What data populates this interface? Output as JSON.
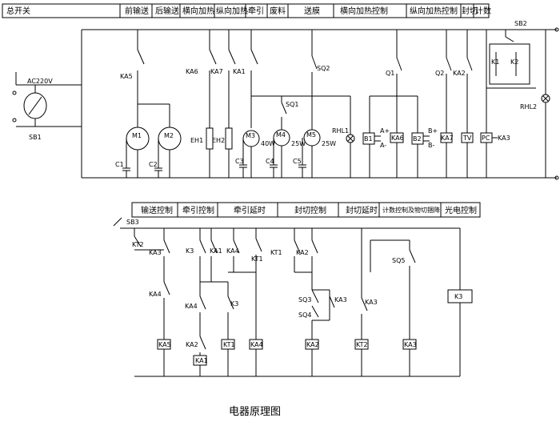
{
  "caption": "电器原理图",
  "top_header": [
    {
      "text": "总开关"
    },
    {
      "text": "前输送"
    },
    {
      "text": "后输送"
    },
    {
      "text": "横向加热"
    },
    {
      "text": "纵向加热"
    },
    {
      "text": "牵引"
    },
    {
      "text": "废料"
    },
    {
      "text": "送膜"
    },
    {
      "text": "横向加热控制"
    },
    {
      "text": "纵向加热控制"
    },
    {
      "text": "封切"
    },
    {
      "text": "计数"
    }
  ],
  "bottom_header": [
    {
      "text": "输送控制"
    },
    {
      "text": "牵引控制"
    },
    {
      "text": "牵引延时"
    },
    {
      "text": "封切控制"
    },
    {
      "text": "封切延时"
    },
    {
      "text": "计数控制及物切捆降"
    },
    {
      "text": "光电控制"
    }
  ],
  "top_labels": {
    "sb2": "SB2",
    "ac220v": "AC220V",
    "sb1": "SB1",
    "ka5": "KA5",
    "ka6": "KA6",
    "ka7": "KA7",
    "ka1": "KA1",
    "sq2": "SQ2",
    "sq1": "SQ1",
    "q1": "Q1",
    "q2": "Q2",
    "ka2": "KA2",
    "k1": "K1",
    "k2": "K2",
    "rhl1": "RHL1",
    "rhl2": "RHL2",
    "m1": "M1",
    "m2": "M2",
    "m3": "M3",
    "m4": "M4",
    "m5": "M5",
    "eh1": "EH1",
    "eh2": "EH2",
    "c1": "C1",
    "c2": "C2",
    "c3": "C3",
    "c4": "C4",
    "c5": "C5",
    "w40": "40W",
    "w25a": "25W",
    "w25b": "25W",
    "b1": "B1",
    "b2": "B2",
    "a_plus": "A+",
    "a_minus": "A-",
    "b_plus": "B+",
    "b_minus": "B-",
    "ka6_box": "KA6",
    "ka7_box": "KA7",
    "tv": "TV",
    "pc": "PC",
    "ka3": "KA3"
  },
  "bottom_labels": {
    "sb3": "SB3",
    "kt2": "KT2",
    "ka3a": "KA3",
    "ka4a": "KA4",
    "k3a": "K3",
    "ka1a": "KA1",
    "ka4b": "KA4",
    "kt1a": "KT1",
    "kt1b": "KT1",
    "ka2a": "KA2",
    "ka4c": "KA4",
    "k3b": "K3",
    "ka2b": "KA2",
    "sq3": "SQ3",
    "sq4": "SQ4",
    "ka3b": "KA3",
    "ka3c": "KA3",
    "sq5": "SQ5",
    "k3_box": "K3",
    "coil_ka5": "KA5",
    "coil_ka1": "KA1",
    "coil_kt1": "KT1",
    "coil_ka4": "KA4",
    "coil_ka2": "KA2",
    "coil_kt2": "KT2",
    "coil_ka3": "KA3"
  },
  "icons": [
    "motor-icon",
    "lamp-icon",
    "switch-icon",
    "capacitor-icon",
    "coil-icon"
  ]
}
